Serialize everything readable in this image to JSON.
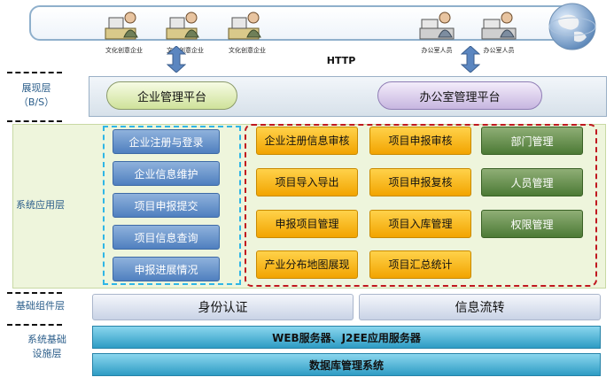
{
  "top": {
    "users": [
      "文化创意企业",
      "文化创意企业",
      "文化创意企业"
    ],
    "staff": [
      "办公室人员",
      "办公室人员"
    ],
    "protocol": "HTTP"
  },
  "layers": {
    "presentation": {
      "label": "展现层",
      "sublabel": "（B/S）",
      "ent_platform": "企业管理平台",
      "office_platform": "办公室管理平台"
    },
    "application": {
      "label": "系统应用层",
      "enterprise_functions": [
        "企业注册与登录",
        "企业信息维护",
        "项目申报提交",
        "项目信息查询",
        "申报进展情况"
      ],
      "office_col1": [
        "企业注册信息审核",
        "项目导入导出",
        "申报项目管理",
        "产业分布地图展现"
      ],
      "office_col2": [
        "项目申报审核",
        "项目申报复核",
        "项目入库管理",
        "项目汇总统计"
      ],
      "office_col3": [
        "部门管理",
        "人员管理",
        "权限管理"
      ]
    },
    "component": {
      "label": "基础组件层",
      "items": [
        "身份认证",
        "信息流转"
      ]
    },
    "infrastructure": {
      "label1": "系统基础",
      "label2": "设施层",
      "server": "WEB服务器、J2EE应用服务器",
      "db": "数据库管理系统"
    }
  },
  "colors": {
    "enterprise_button": "#4f7fbf",
    "office_button": "#f2a400",
    "admin_button": "#4c7a35",
    "red_border": "#c0181f",
    "blue_border": "#2fb6e6"
  }
}
